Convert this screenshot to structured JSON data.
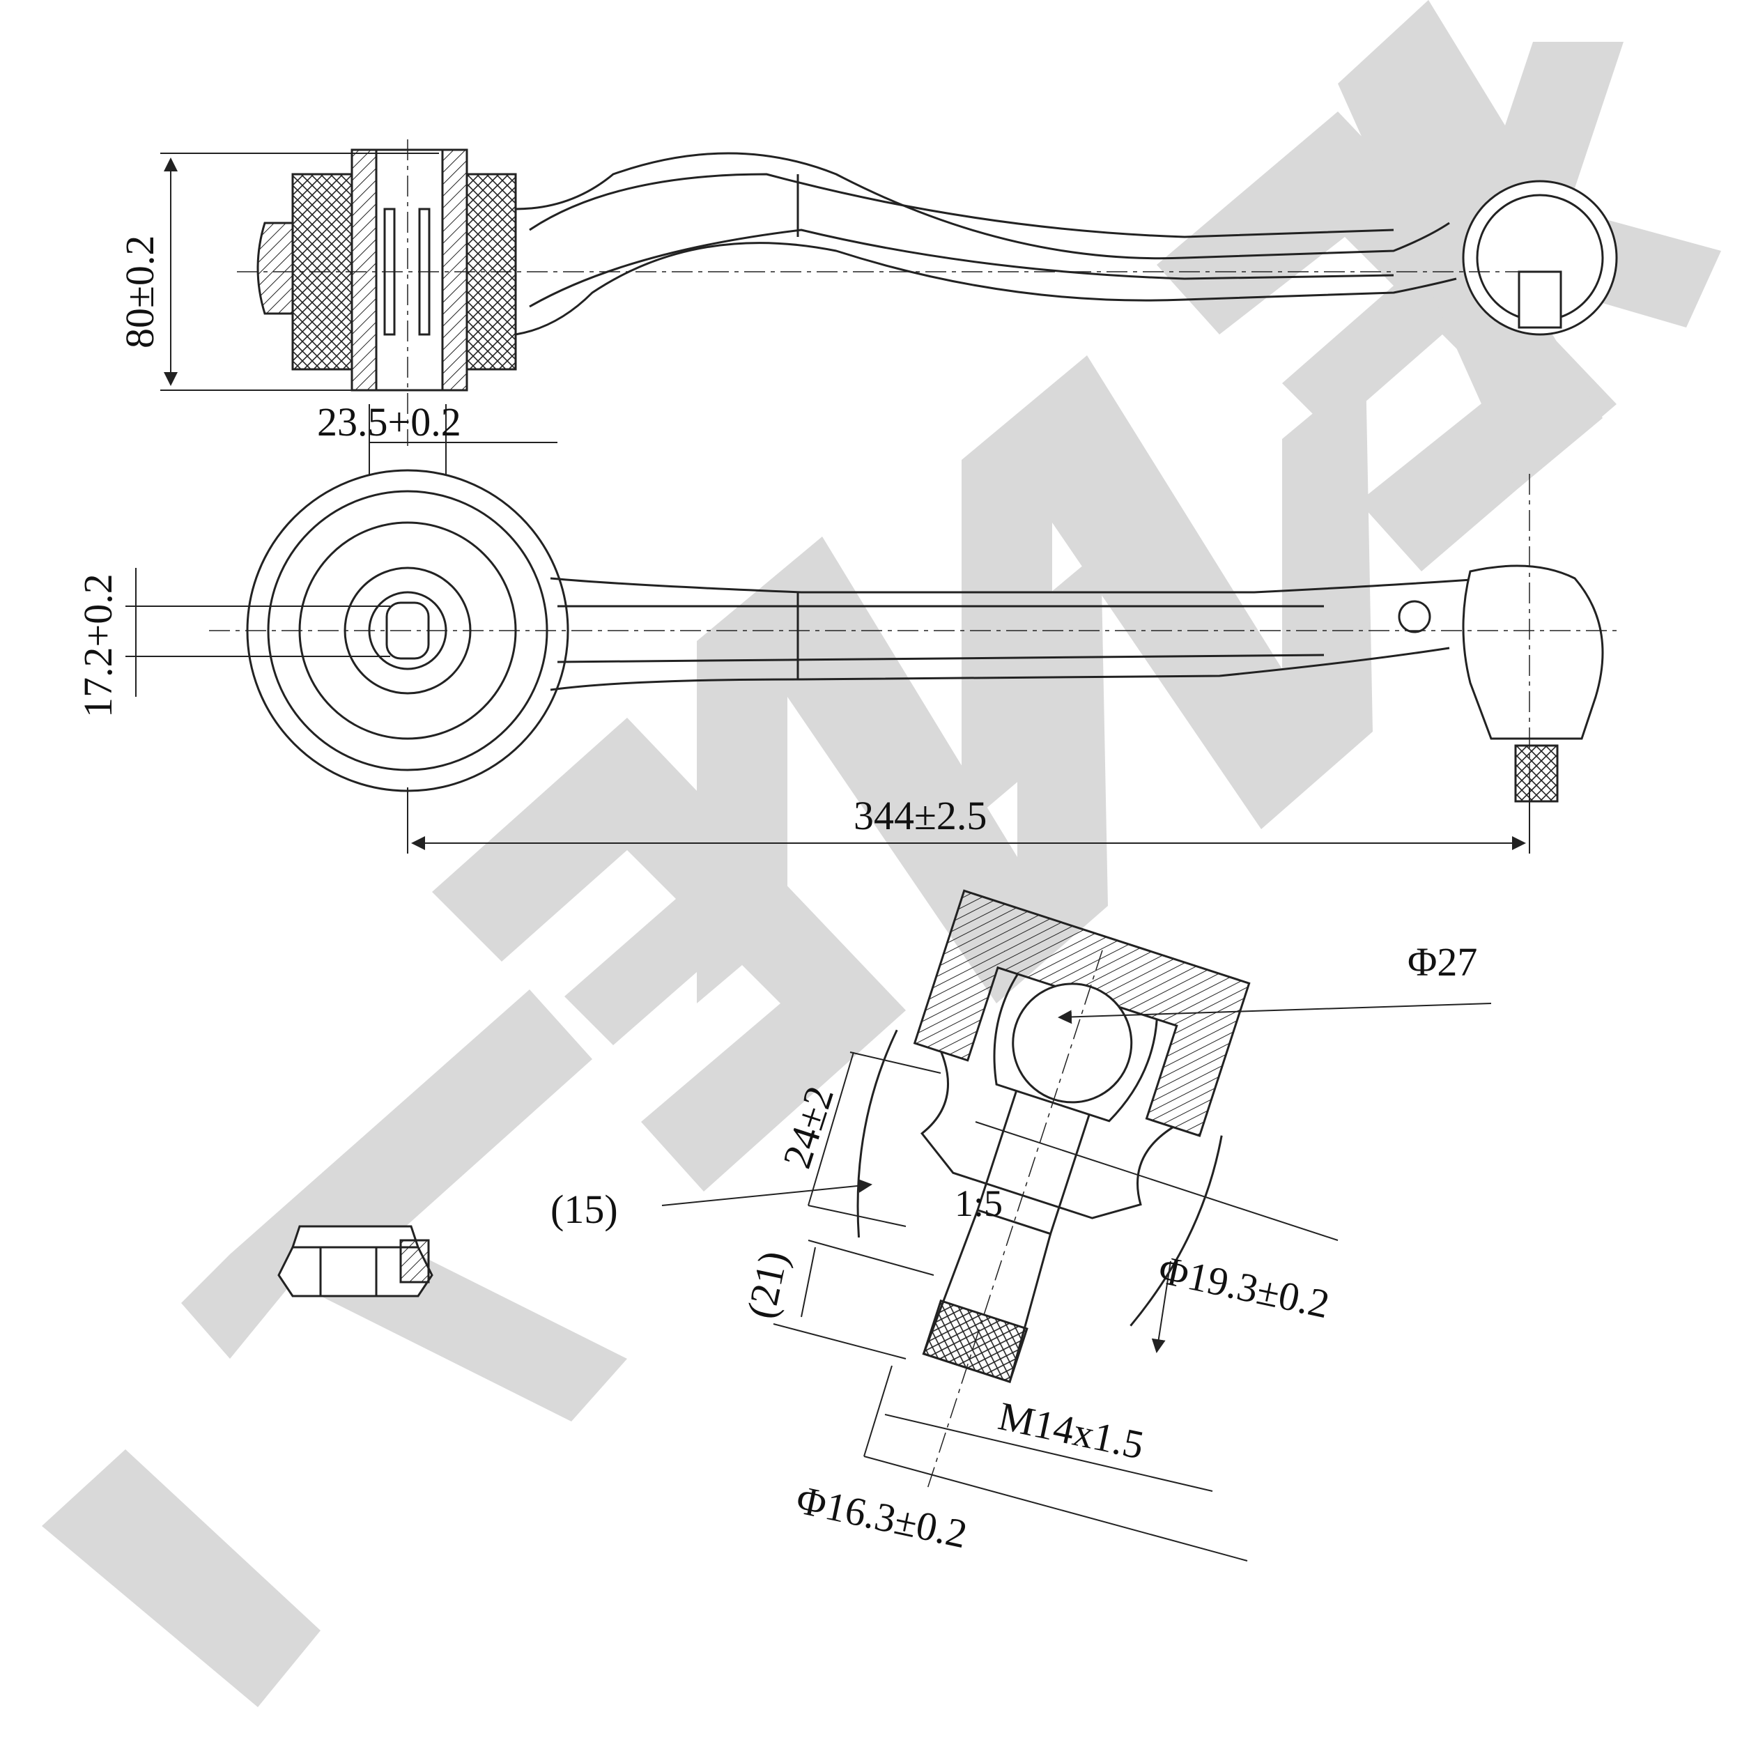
{
  "watermark": {
    "text": "ZENNEK",
    "color": "#d9d9d9"
  },
  "dimensions": {
    "height": "80±0.2",
    "bushing_width": "23.5+0.2",
    "eye_height": "17.2+0.2",
    "length": "344±2.5",
    "ball_diameter": "Φ27",
    "stud_length": "24±2",
    "taper_ratio": "1:5",
    "seal_ref": "(15)",
    "taper_length": "(21)",
    "taper_large_diameter": "Φ19.3±0.2",
    "thread": "M14x1.5",
    "taper_small_diameter": "Φ16.3±0.2"
  },
  "colors": {
    "line": "#222222",
    "background": "#ffffff"
  }
}
